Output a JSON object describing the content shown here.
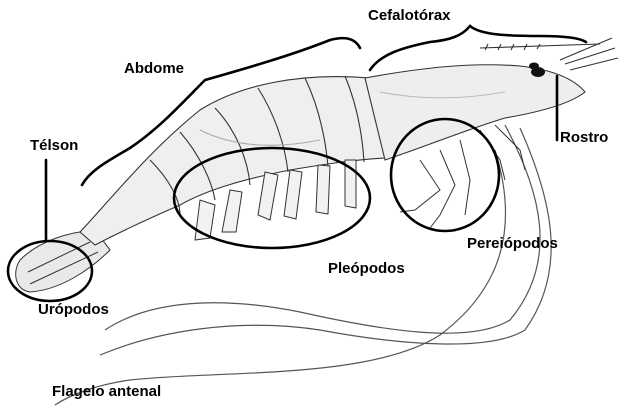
{
  "diagram": {
    "labels": {
      "cefalotorax": "Cefalotórax",
      "abdome": "Abdome",
      "telson": "Télson",
      "rostro": "Rostro",
      "pleopodos": "Pleópodos",
      "pereiopodos": "Pereiópodos",
      "uropodos": "Urópodos",
      "flagelo_antenal": "Flagelo antenal"
    },
    "colors": {
      "ink": "#000000",
      "body_fill": "#eeeeee",
      "body_shade": "#cfcfcf",
      "line": "#444444"
    }
  }
}
